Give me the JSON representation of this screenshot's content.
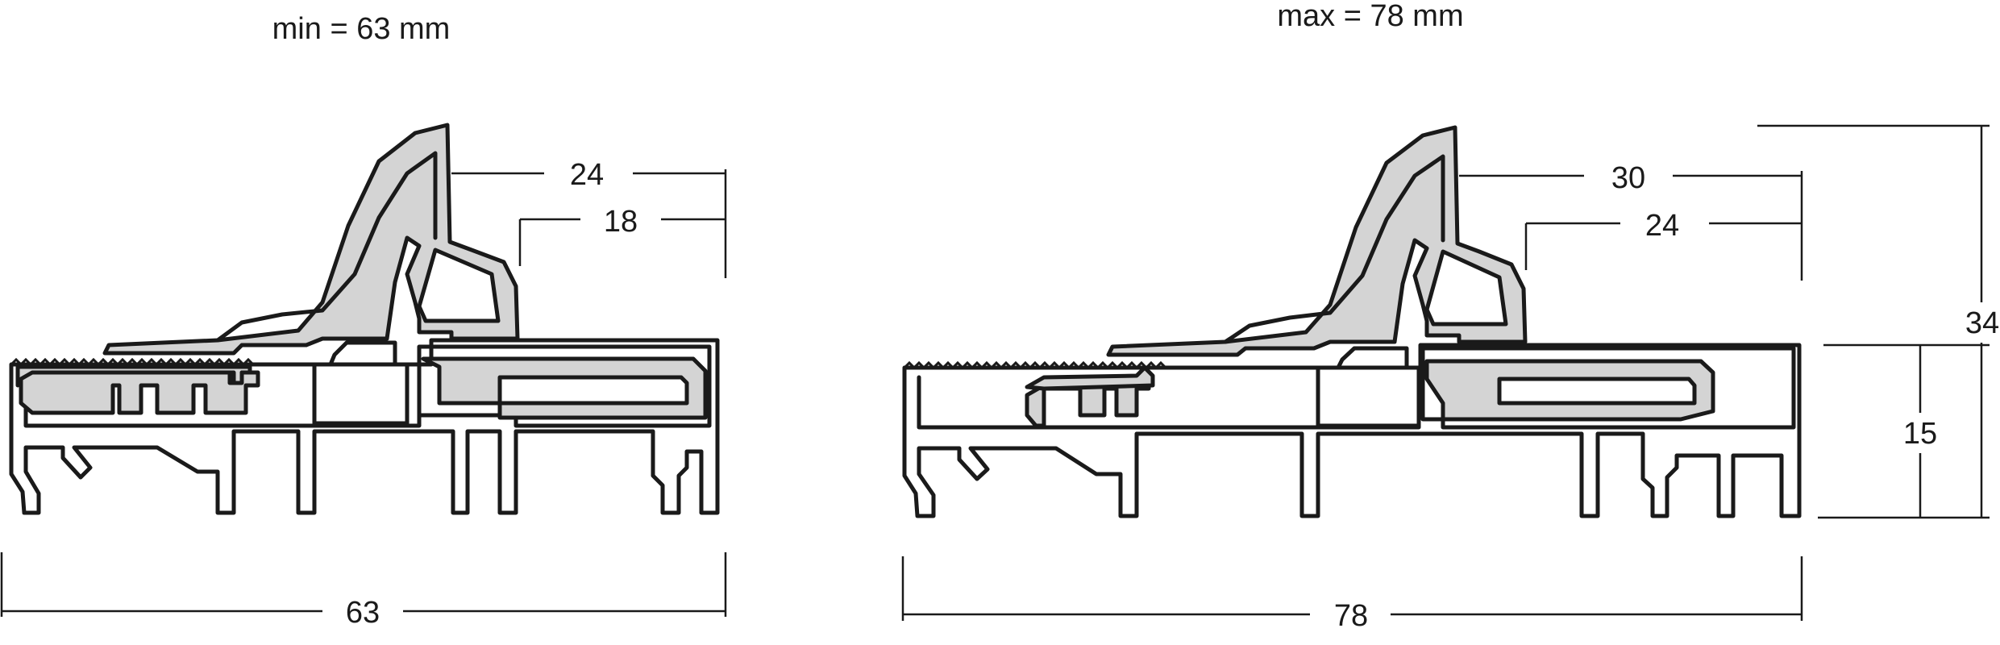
{
  "min_label": "min = 63 mm",
  "max_label": "max = 78 mm",
  "dims_min": {
    "overall": "63",
    "outer_depth": "24",
    "inner_depth": "18"
  },
  "dims_max": {
    "overall": "78",
    "outer_depth": "30",
    "inner_depth": "24"
  },
  "height_total": "34",
  "height_base": "15",
  "colors": {
    "line": "#1a1a1a",
    "profile_fill": "#d4d4d4",
    "background": "#ffffff"
  }
}
